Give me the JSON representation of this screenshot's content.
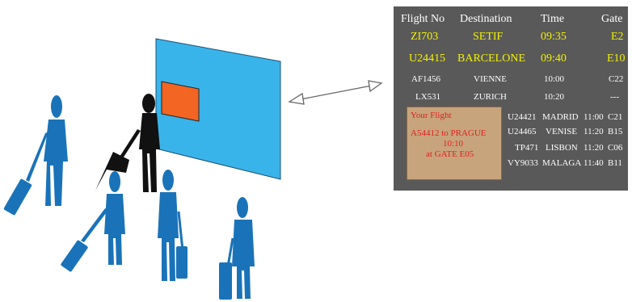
{
  "board": {
    "headers": {
      "flight_no": "Flight No",
      "destination": "Destination",
      "time": "Time",
      "gate": "Gate"
    },
    "main_rows": [
      {
        "flight": "ZI703",
        "destination": "SETIF",
        "time": "09:35",
        "gate": "E2",
        "highlight": true
      },
      {
        "flight": "U24415",
        "destination": "BARCELONE",
        "time": "09:40",
        "gate": "E10",
        "highlight": true
      },
      {
        "flight": "AF1456",
        "destination": "VIENNE",
        "time": "10:00",
        "gate": "C22",
        "highlight": false
      },
      {
        "flight": "LX531",
        "destination": "ZURICH",
        "time": "10:20",
        "gate": "---",
        "highlight": false
      }
    ],
    "your_flight": {
      "title": "Your Flight",
      "line1": "A54412 to PRAGUE",
      "line2": "10:10",
      "line3": "at GATE E05"
    },
    "side_rows": [
      {
        "flight": "U24421",
        "destination": "MADRID",
        "time": "11:00",
        "gate": "C21"
      },
      {
        "flight": "U24465",
        "destination": "VENISE",
        "time": "11:20",
        "gate": "B15"
      },
      {
        "flight": "TP471",
        "destination": "LISBON",
        "time": "11:20",
        "gate": "C06"
      },
      {
        "flight": "VY9033",
        "destination": "MALAGA",
        "time": "11:40",
        "gate": "B11"
      }
    ]
  },
  "colors": {
    "screen": "#39b4ea",
    "screen_panel": "#f26522",
    "travelers": "#1a73b8",
    "active_traveler": "#111111",
    "board_bg": "#595959",
    "highlight_text": "#f2f200",
    "your_flight_bg": "#c8a47c",
    "your_flight_text": "#e02020"
  }
}
